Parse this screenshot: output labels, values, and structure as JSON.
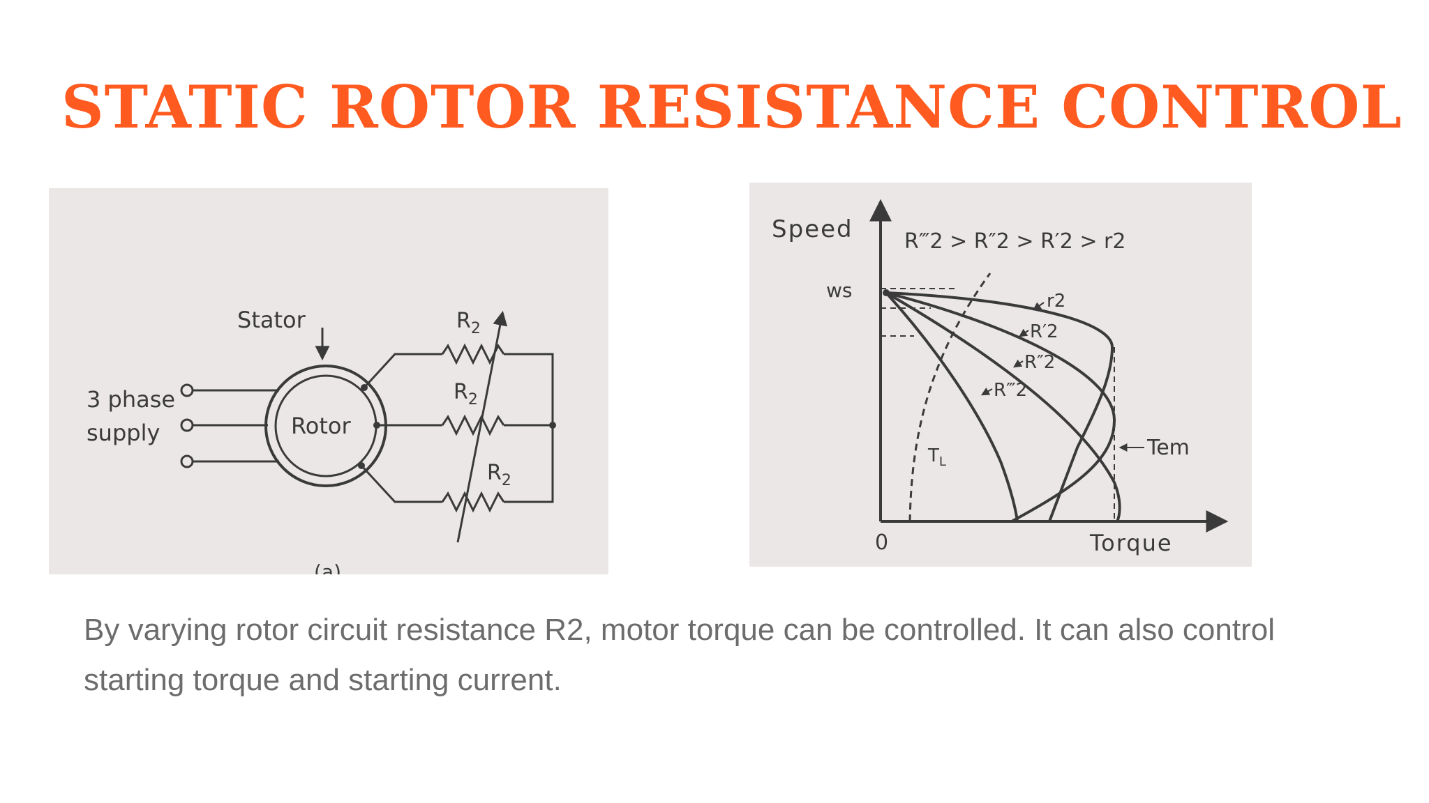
{
  "slide": {
    "title": "STATIC ROTOR RESISTANCE CONTROL",
    "caption": "By varying rotor circuit resistance R2, motor torque can be controlled. It can also control starting torque and starting current."
  },
  "colors": {
    "title": "#ff5a1f",
    "caption": "#6c6c6c",
    "figure_background": "#ebe7e6",
    "ink": "#3a3a3a"
  },
  "circuit_diagram": {
    "stator_label": "Stator",
    "rotor_label": "Rotor",
    "supply_label_line1": "3 phase",
    "supply_label_line2": "supply",
    "resistor_label": "R",
    "resistor_subscript": "2",
    "figure_tag": "(a)"
  },
  "speed_torque_diagram": {
    "y_axis_label": "Speed",
    "x_axis_label": "Torque",
    "origin_label": "0",
    "sync_speed_label": "ws",
    "load_torque_label": "T",
    "load_torque_subscript": "L",
    "em_torque_label": "Tem",
    "inequality_text": "R‴2 > R″2 > R′2 > r2",
    "curve_labels": [
      "r2",
      "R′2",
      "R″2",
      "R‴2"
    ]
  }
}
